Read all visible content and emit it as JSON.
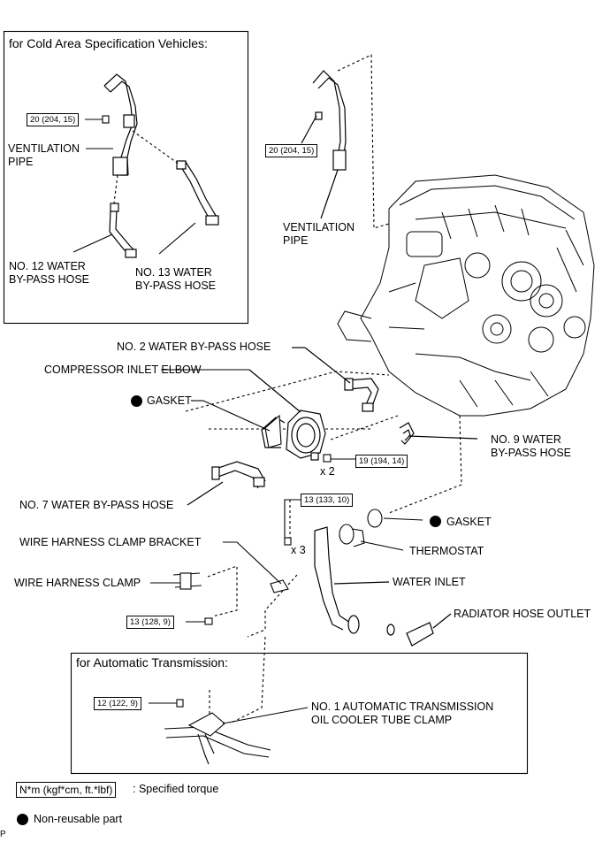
{
  "insets": {
    "cold_area": {
      "title": "for Cold Area Specification Vehicles:"
    },
    "automatic_transmission": {
      "title": "for Automatic Transmission:"
    }
  },
  "parts": {
    "ventilation_pipe_inset": "VENTILATION\nPIPE",
    "no12_water_bypass_hose": "NO. 12 WATER\nBY-PASS HOSE",
    "no13_water_bypass_hose": "NO. 13 WATER\nBY-PASS HOSE",
    "ventilation_pipe_main": "VENTILATION\nPIPE",
    "no2_water_bypass_hose": "NO. 2 WATER BY-PASS HOSE",
    "compressor_inlet_elbow": "COMPRESSOR INLET ELBOW",
    "gasket_upper": "GASKET",
    "no9_water_bypass_hose": "NO. 9 WATER\nBY-PASS HOSE",
    "no7_water_bypass_hose": "NO. 7 WATER BY-PASS HOSE",
    "gasket_lower": "GASKET",
    "wire_harness_clamp_bracket": "WIRE HARNESS CLAMP BRACKET",
    "thermostat": "THERMOSTAT",
    "wire_harness_clamp": "WIRE HARNESS CLAMP",
    "water_inlet": "WATER INLET",
    "radiator_hose_outlet": "RADIATOR HOSE OUTLET",
    "no1_at_oil_cooler_tube_clamp": "NO. 1 AUTOMATIC TRANSMISSION\nOIL COOLER TUBE CLAMP"
  },
  "torques": {
    "inset_bolt": "20 (204, 15)",
    "vent_pipe_bolt": "20 (204, 15)",
    "elbow_nut": "19 (194, 14)",
    "inlet_bolt": "13 (133, 10)",
    "bracket_bolt": "13 (128, 9)",
    "at_clamp_bolt": "12 (122, 9)"
  },
  "quantities": {
    "elbow_nut": "x 2",
    "inlet_bolt": "x 3"
  },
  "legend": {
    "torque_unit": "N*m (kgf*cm, ft.*lbf)",
    "torque_text": ": Specified torque",
    "nonreusable_text": "Non-reusable part"
  },
  "corner_mark": "P"
}
